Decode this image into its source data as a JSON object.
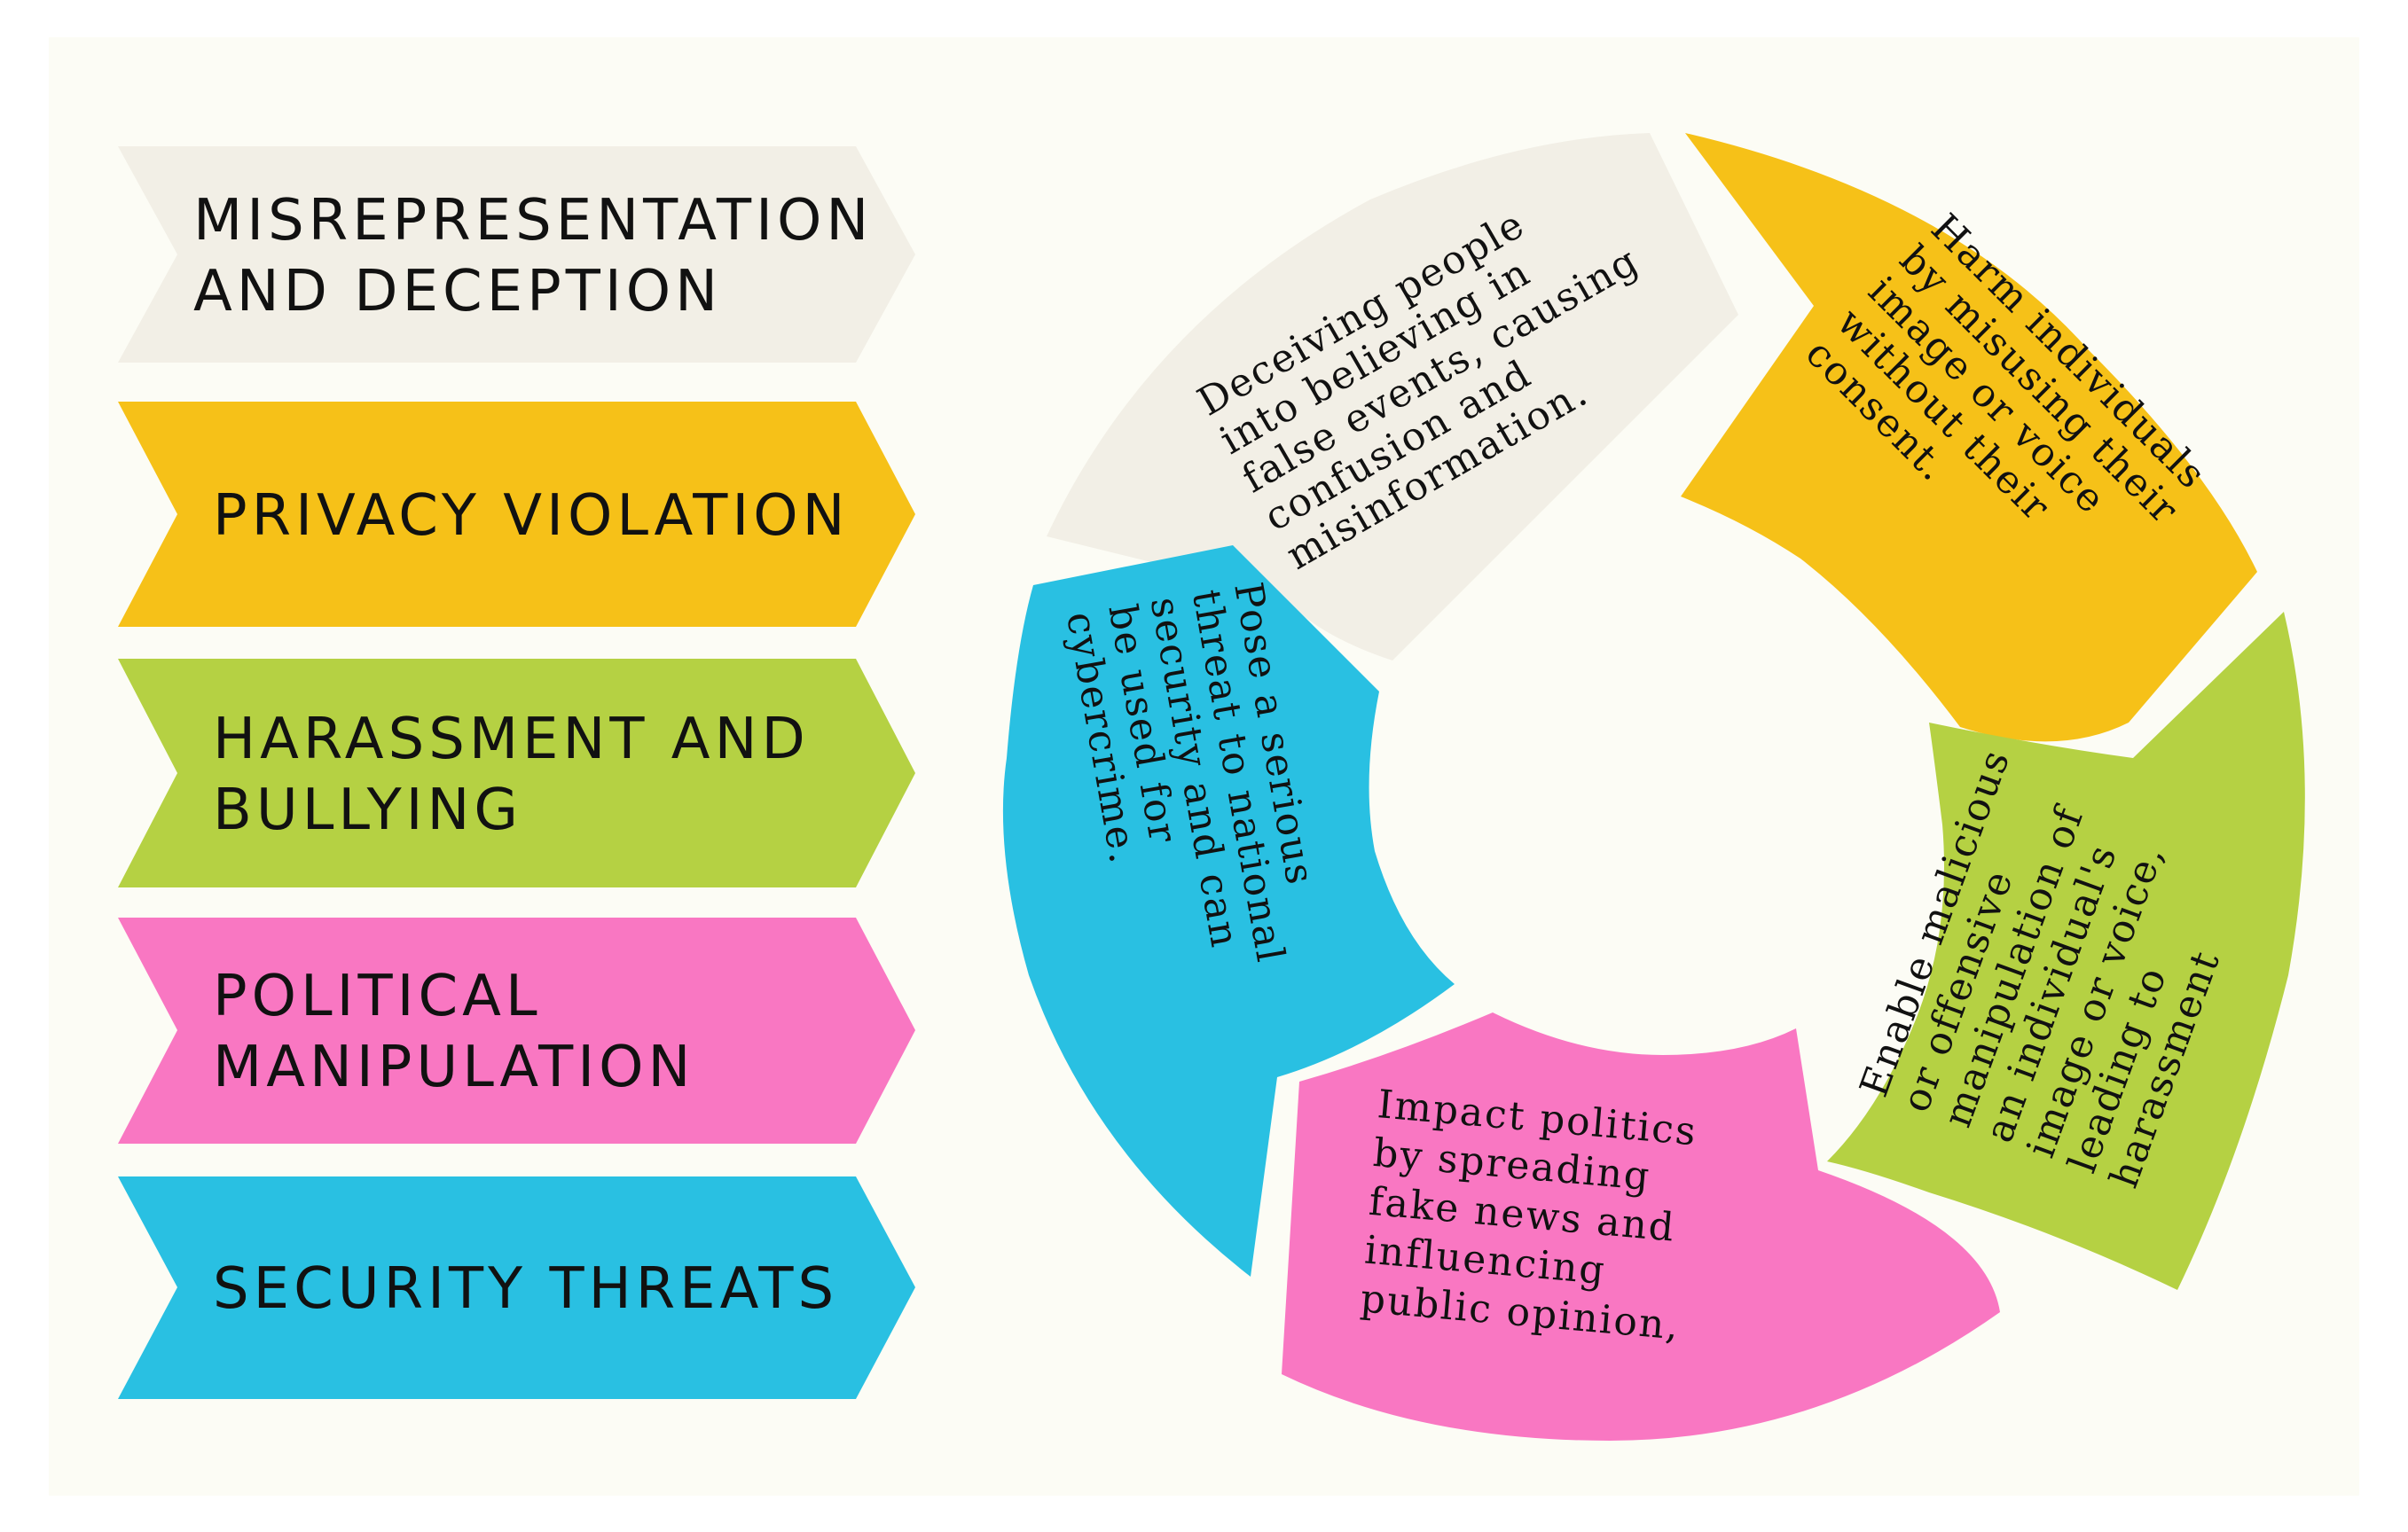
{
  "colors": {
    "background": "#fcfcf5",
    "beige": "#f2efe6",
    "yellow": "#f6c118",
    "green": "#b5d143",
    "pink": "#f977c2",
    "blue": "#29c0e2",
    "text": "#111111"
  },
  "chevrons": [
    {
      "lines": [
        "MISREPRESENTATION",
        "AND DECEPTION"
      ],
      "color": "#f2efe6"
    },
    {
      "lines": [
        "PRIVACY VIOLATION"
      ],
      "color": "#f6c118"
    },
    {
      "lines": [
        "HARASSMENT AND",
        "BULLYING"
      ],
      "color": "#b5d143"
    },
    {
      "lines": [
        "POLITICAL",
        "MANIPULATION"
      ],
      "color": "#f977c2"
    },
    {
      "lines": [
        "SECURITY THREATS"
      ],
      "color": "#29c0e2"
    }
  ],
  "ring": [
    {
      "lines": [
        "Deceiving people",
        "into believing in",
        "false events, causing",
        "confusion and",
        "misinformation."
      ],
      "color": "#f2efe6"
    },
    {
      "lines": [
        "Harm individuals",
        "by misusing their",
        "image or voice",
        "without their",
        "consent."
      ],
      "color": "#f6c118"
    },
    {
      "lines": [
        "Enable malicious",
        "or offensive",
        "manipulation of",
        "an individual's",
        "image or voice,",
        "leading to",
        "harassment"
      ],
      "color": "#b5d143"
    },
    {
      "lines": [
        "Impact politics",
        "by spreading",
        "fake news and",
        "influencing",
        "public opinion,"
      ],
      "color": "#f977c2"
    },
    {
      "lines": [
        "Pose a serious",
        "threat to national",
        "security and can",
        "be used for",
        "cybercrime."
      ],
      "color": "#29c0e2"
    }
  ]
}
